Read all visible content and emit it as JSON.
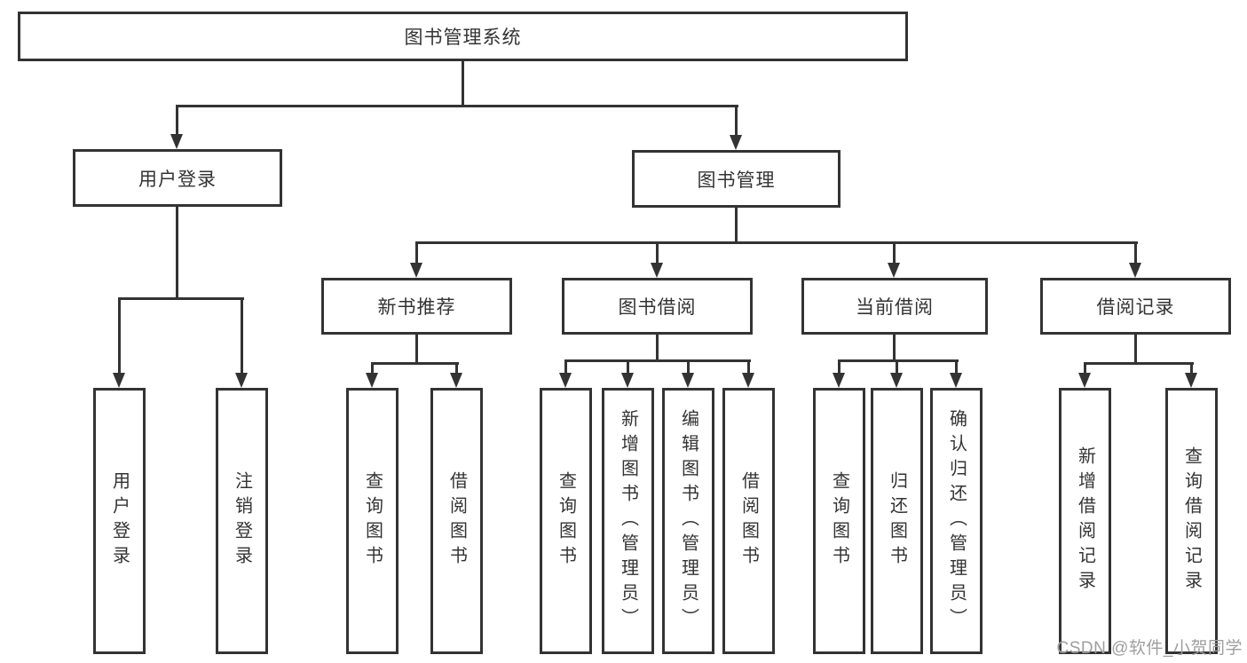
{
  "nodes": {
    "root": "图书管理系统",
    "user_login": "用户登录",
    "book_mgmt": "图书管理",
    "new_book": "新书推荐",
    "book_borrow": "图书借阅",
    "current_borrow": "当前借阅",
    "borrow_record": "借阅记录",
    "leaf_user_login": "用户登录",
    "leaf_logout": "注销登录",
    "leaf_nb_query": "查询图书",
    "leaf_nb_borrow": "借阅图书",
    "leaf_bb_query": "查询图书",
    "leaf_bb_add": "新增图书（管理员）",
    "leaf_bb_edit": "编辑图书（管理员）",
    "leaf_bb_borrow": "借阅图书",
    "leaf_cb_query": "查询图书",
    "leaf_cb_return": "归还图书",
    "leaf_cb_confirm": "确认归还（管理员）",
    "leaf_br_add": "新增借阅记录",
    "leaf_br_query": "查询借阅记录"
  },
  "watermark": "CSDN @软件_小贺同学",
  "colors": {
    "line": "#333333",
    "text": "#333333",
    "watermark": "#9e9e9e",
    "background": "#ffffff"
  }
}
